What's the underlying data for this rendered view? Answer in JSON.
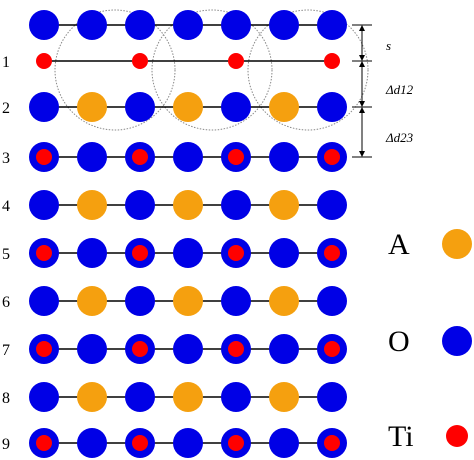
{
  "layers": [
    {
      "label": "",
      "type": "O"
    },
    {
      "label": "1",
      "type": "Ti-surface"
    },
    {
      "label": "2",
      "type": "A-O"
    },
    {
      "label": "3",
      "type": "O-Ti"
    },
    {
      "label": "4",
      "type": "A-O"
    },
    {
      "label": "5",
      "type": "O-Ti"
    },
    {
      "label": "6",
      "type": "A-O"
    },
    {
      "label": "7",
      "type": "O-Ti"
    },
    {
      "label": "8",
      "type": "A-O"
    },
    {
      "label": "9",
      "type": "O-Ti"
    }
  ],
  "dimensions": {
    "s": "s",
    "d12": "Δd12",
    "d23": "Δd23"
  },
  "legend": [
    {
      "label": "A",
      "species": "A"
    },
    {
      "label": "O",
      "species": "O"
    },
    {
      "label": "Ti",
      "species": "Ti"
    }
  ],
  "colors": {
    "O": "#0000e6",
    "A": "#f5a00f",
    "Ti": "#ff0000",
    "line": "#000000",
    "circle": "#888888"
  }
}
